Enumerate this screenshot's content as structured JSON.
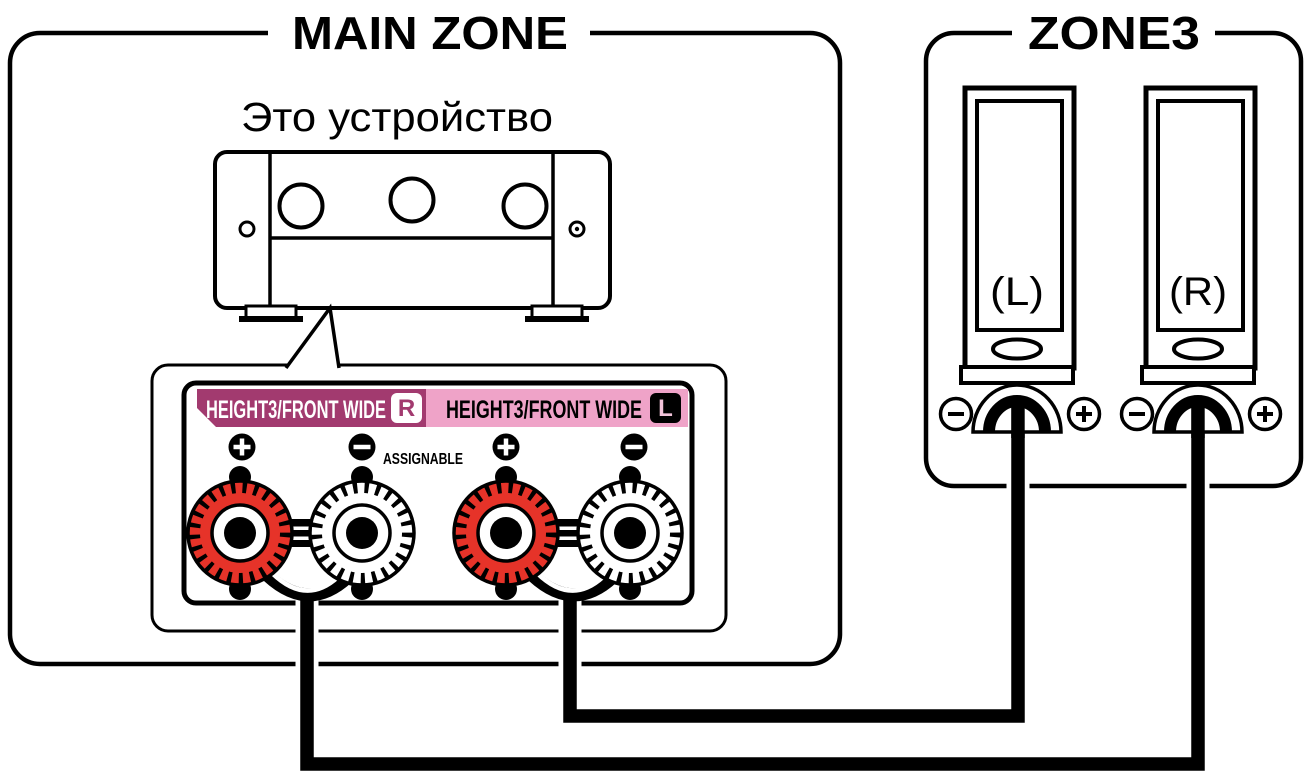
{
  "main_zone": {
    "title": "MAIN ZONE",
    "device_label": "Это устройство",
    "panel": {
      "label_right": "HEIGHT3/FRONT WIDE",
      "badge_right": "R",
      "label_left": "HEIGHT3/FRONT WIDE",
      "badge_left": "L",
      "assignable": "ASSIGNABLE",
      "polarity_marks": [
        "+",
        "−",
        "+",
        "−"
      ],
      "terminals": [
        {
          "polarity": "+",
          "color": "red"
        },
        {
          "polarity": "−",
          "color": "white"
        },
        {
          "polarity": "+",
          "color": "red"
        },
        {
          "polarity": "−",
          "color": "white"
        }
      ]
    }
  },
  "zone3": {
    "title": "ZONE3",
    "speakers": [
      {
        "label": "(L)",
        "terminal_left": "−",
        "terminal_right": "+"
      },
      {
        "label": "(R)",
        "terminal_left": "−",
        "terminal_right": "+"
      }
    ]
  },
  "icons": {
    "terminal_plus": "+",
    "terminal_minus": "−",
    "speaker_terminal_plus": "⊕",
    "speaker_terminal_minus": "⊖"
  },
  "colors": {
    "strip_magenta": "#a23a6f",
    "strip_pink": "#efa3c8",
    "terminal_red": "#e63329",
    "badge_l_letter": "#f2c3da",
    "line_black": "#000000",
    "background": "#ffffff"
  }
}
